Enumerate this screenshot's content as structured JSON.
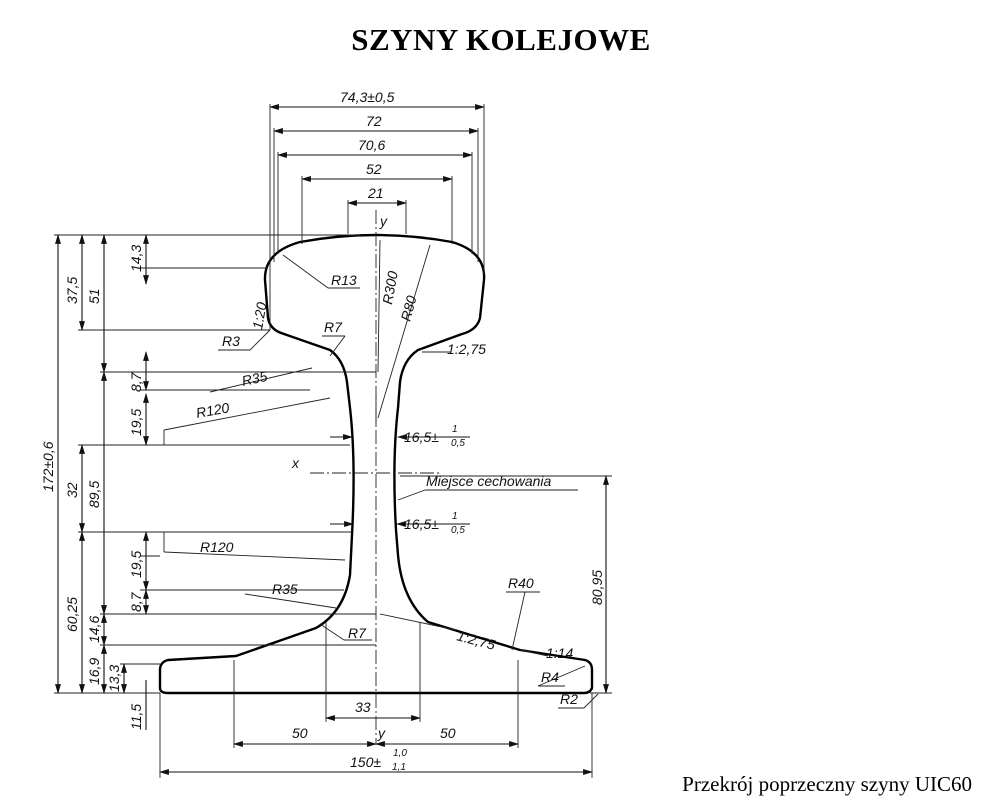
{
  "title": "SZYNY KOLEJOWE",
  "caption": "Przekrój poprzeczny szyny UIC60",
  "dimensions": {
    "head_top_width": "74,3±0,5",
    "head_width": "72",
    "head_width_inner": "70,6",
    "head_crown_52": "52",
    "head_crown_21": "21",
    "head_height": "14,3",
    "d37_5": "37,5",
    "d51": "51",
    "total_height": "172±0,6",
    "d8_7_top": "8,7",
    "d19_5_top": "19,5",
    "d32": "32",
    "d89_5": "89,5",
    "d19_5_bottom": "19,5",
    "d8_7_bottom": "8,7",
    "d60_25": "60,25",
    "d14_6": "14,6",
    "d16_9": "16,9",
    "d13_3": "13,3",
    "d11_5": "11,5",
    "d80_95": "80,95",
    "web_thickness_top_base": "16,5±",
    "web_thickness_top_sup": "1",
    "web_thickness_top_sub": "0,5",
    "web_thickness_bottom_base": "16,5±",
    "web_thickness_bottom_sup": "1",
    "web_thickness_bottom_sub": "0,5",
    "foot_33": "33",
    "foot_left_50": "50",
    "foot_right_50": "50",
    "foot_width_base": "150±",
    "foot_width_sup": "1,0",
    "foot_width_sub": "1,1"
  },
  "radii": {
    "r13": "R13",
    "r300": "R300",
    "r80": "R80",
    "r3": "R3",
    "r7_top": "R7",
    "r35_top": "R35",
    "r120_top": "R120",
    "r120_bottom": "R120",
    "r35_bottom": "R35",
    "r7_bottom": "R7",
    "r40": "R40",
    "r4": "R4",
    "r2": "R2"
  },
  "slopes": {
    "s1_20": "1:20",
    "s1_2_75_top": "1:2,75",
    "s1_2_75_bottom": "1:2,75",
    "s1_14": "1:14"
  },
  "axes": {
    "y_top": "y",
    "y_bottom": "y",
    "x": "x"
  },
  "labels": {
    "marking_place": "Miejsce cechowania"
  }
}
